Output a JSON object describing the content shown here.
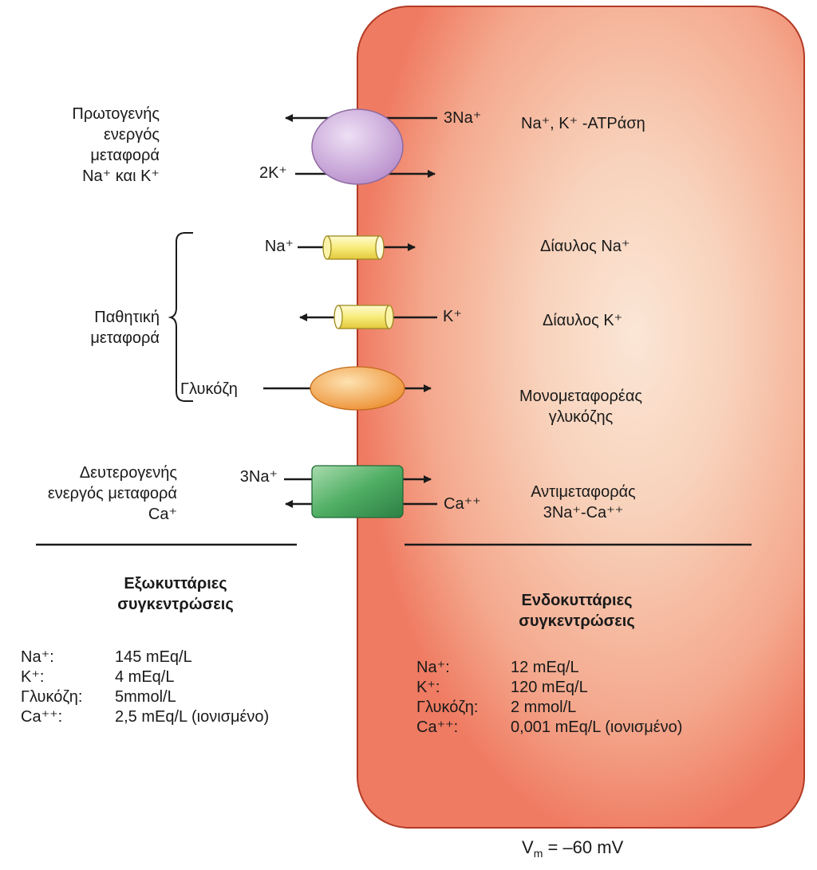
{
  "colors": {
    "cell_outer": "#f07a62",
    "cell_inner": "#f9d8c4",
    "pump": "#c9a6d9",
    "na_channel": "#f7ec7a",
    "k_channel": "#f7ec7a",
    "glucose_uniporter": "#f5a24a",
    "antiporter": "#3e9a56"
  },
  "labels": {
    "primary_active": [
      "Πρωτογενής",
      "ενεργός",
      "μεταφορά",
      "Na⁺ και K⁺"
    ],
    "passive": [
      "Παθητική",
      "μεταφορά"
    ],
    "secondary_active": [
      "Δευτερογενής",
      "ενεργός μεταφορά",
      "Ca⁺"
    ],
    "pump_na": "3Na⁺",
    "pump_k": "2K⁺",
    "channel_na_ion": "Na⁺",
    "channel_k_ion": "K⁺",
    "glucose_ion": "Γλυκόζη",
    "antiport_na": "3Na⁺",
    "antiport_ca": "Ca⁺⁺",
    "pump_name": "Na⁺, K⁺ -ATPάση",
    "na_channel_name": "Δίαυλος Na⁺",
    "k_channel_name": "Δίαυλος K⁺",
    "glucose_uniporter_name": [
      "Μονομεταφορέας",
      "γλυκόζης"
    ],
    "antiporter_name": [
      "Αντιμεταφοράς",
      "3Na⁺-Ca⁺⁺"
    ]
  },
  "extracellular": {
    "title": [
      "Εξωκυττάριες",
      "συγκεντρώσεις"
    ],
    "rows": [
      {
        "ion": "Na⁺:",
        "value": "145 mEq/L"
      },
      {
        "ion": "K⁺:",
        "value": "4 mEq/L"
      },
      {
        "ion": "Γλυκόζη:",
        "value": "5mmol/L"
      },
      {
        "ion": "Ca⁺⁺:",
        "value": "2,5 mEq/L (ιονισμένο)"
      }
    ]
  },
  "intracellular": {
    "title": [
      "Ενδοκυττάριες",
      "συγκεντρώσεις"
    ],
    "rows": [
      {
        "ion": "Na⁺:",
        "value": "12 mEq/L"
      },
      {
        "ion": "K⁺:",
        "value": "120 mEq/L"
      },
      {
        "ion": "Γλυκόζη:",
        "value": "2 mmol/L"
      },
      {
        "ion": "Ca⁺⁺:",
        "value": "0,001 mEq/L (ιονισμένο)"
      }
    ]
  },
  "membrane_potential": {
    "symbol": "V",
    "subscript": "m",
    "value": "= –60 mV"
  }
}
